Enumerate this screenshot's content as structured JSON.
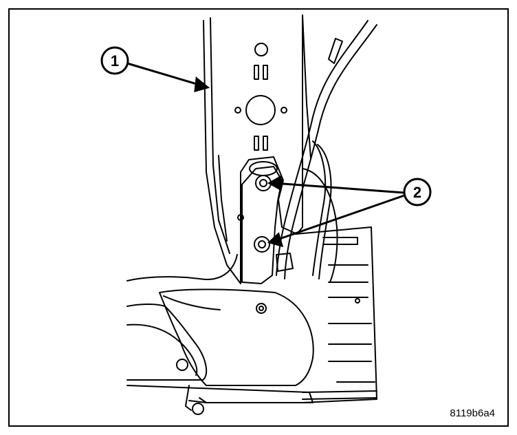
{
  "callouts": [
    {
      "label": "1"
    },
    {
      "label": "2"
    }
  ],
  "figure_id": "8119b6a4",
  "colors": {
    "line": "#000000",
    "background": "#ffffff"
  }
}
